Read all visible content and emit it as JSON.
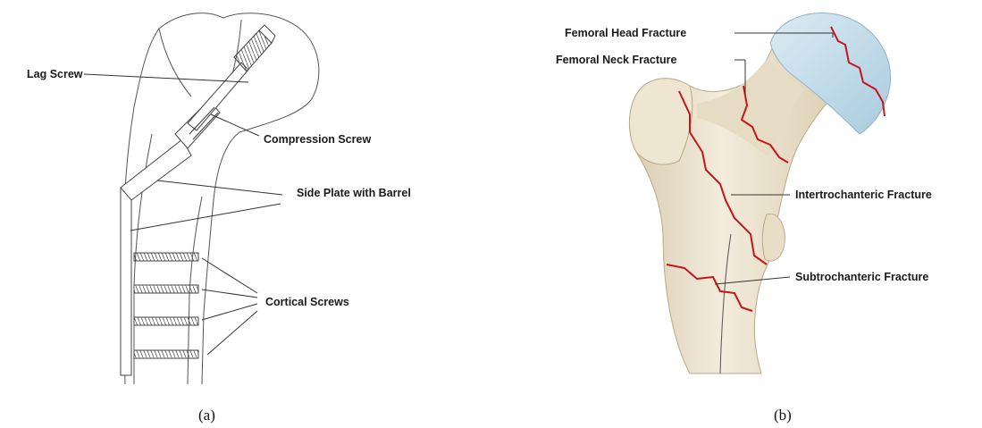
{
  "panel_a": {
    "labels": {
      "lag_screw": "Lag Screw",
      "compression_screw": "Compression Screw",
      "side_plate": "Side Plate with Barrel",
      "cortical_screws": "Cortical Screws"
    },
    "caption": "(a)"
  },
  "panel_b": {
    "labels": {
      "femoral_head": "Femoral Head Fracture",
      "femoral_neck": "Femoral Neck Fracture",
      "intertrochanteric": "Intertrochanteric Fracture",
      "subtrochanteric": "Subtrochanteric Fracture"
    },
    "caption": "(b)"
  },
  "colors": {
    "fracture_line": "#c4161c",
    "bone": "#efe6d2",
    "femoral_head": "#bcd9e8"
  }
}
